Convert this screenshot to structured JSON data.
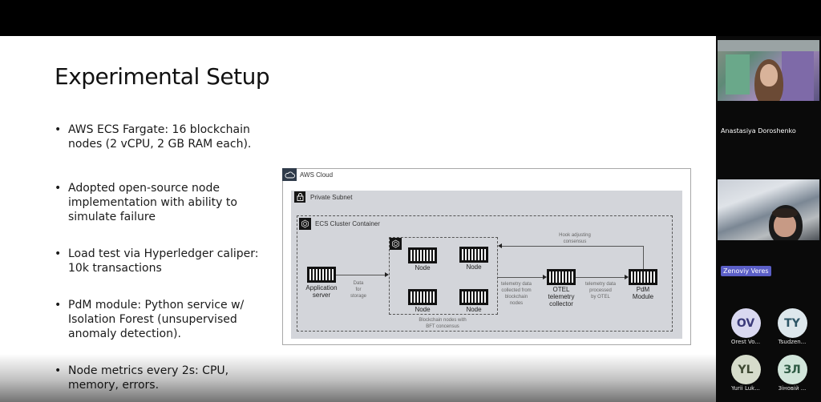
{
  "slide": {
    "title": "Experimental Setup",
    "bullets": [
      {
        "line1": "AWS ECS Fargate: 16 blockchain",
        "line2": "nodes (2 vCPU, 2 GB RAM each).",
        "line3": ""
      },
      {
        "line1": "Adopted open-source node",
        "line2": "implementation with ability to",
        "line3": "simulate failure"
      },
      {
        "line1": "Load test via Hyperledger caliper:",
        "line2": "10k transactions",
        "line3": ""
      },
      {
        "line1": "PdM module: Python service w/",
        "line2": "Isolation Forest (unsupervised",
        "line3": "anomaly detection)."
      },
      {
        "line1": "Node metrics every 2s: CPU,",
        "line2": "memory, errors.",
        "line3": ""
      }
    ],
    "bullet_glyph": "•"
  },
  "diagram": {
    "aws_cloud": "AWS Cloud",
    "private_subnet": "Private Subnet",
    "ecs_cluster": "ECS Cluster Container",
    "app_server": [
      "Application",
      "server"
    ],
    "data_for_storage": [
      "Data",
      "for",
      "storage"
    ],
    "node_label": "Node",
    "blockchain_caption": [
      "Blockchain nodes with",
      "BFT concensus"
    ],
    "telemetry_collected": [
      "telemetry data",
      "collected from",
      "blockchain",
      "nodes"
    ],
    "otel": [
      "OTEL",
      "telemetry",
      "collector"
    ],
    "telemetry_processed": [
      "telemetry data",
      "processed",
      "by OTEL"
    ],
    "pdm": [
      "PdM",
      "Module"
    ],
    "hook": [
      "Hook adjusting",
      "consensus"
    ]
  },
  "participants": {
    "videos": [
      {
        "name": "Anastasiya Doroshenko",
        "highlighted": false
      },
      {
        "name": "Zenoviy Veres",
        "highlighted": true
      }
    ],
    "tiles": [
      {
        "initials": "OV",
        "name": "Orest Vo...",
        "bg": "#d9d8f0",
        "fg": "#3b3a7a"
      },
      {
        "initials": "TY",
        "name": "Tsudzen...",
        "bg": "#dde7ec",
        "fg": "#2d5566"
      },
      {
        "initials": "YL",
        "name": "Yurii Luk...",
        "bg": "#d6dccb",
        "fg": "#3f4a33"
      },
      {
        "initials": "ЗЛ",
        "name": "Зіновій ...",
        "bg": "#d1e5da",
        "fg": "#2e5a44"
      }
    ]
  }
}
